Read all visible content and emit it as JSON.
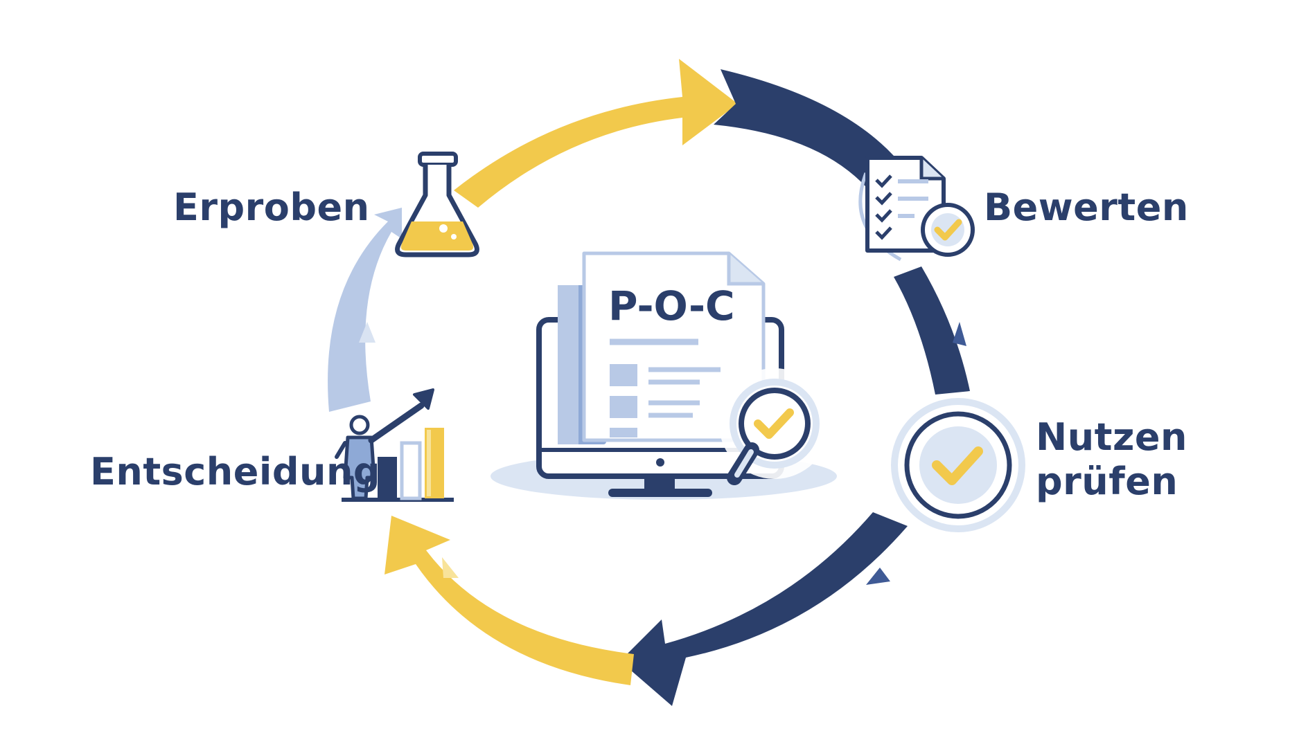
{
  "diagram": {
    "center_title": "P-O-C",
    "steps": [
      {
        "id": "bewerten",
        "label": "Bewerten",
        "icon": "checklist-document-icon"
      },
      {
        "id": "nutzen",
        "label": "Nutzen\nprüfen",
        "label_line1": "Nutzen",
        "label_line2": "prüfen",
        "icon": "check-circle-icon"
      },
      {
        "id": "entscheidung",
        "label": "Entscheidung",
        "icon": "growth-chart-person-icon"
      },
      {
        "id": "erproben",
        "label": "Erproben",
        "icon": "flask-icon"
      }
    ],
    "colors": {
      "navy": "#2b3f6b",
      "yellow": "#f2c94c",
      "light_blue": "#b8c9e6",
      "pale_blue": "#dbe5f3",
      "mid_blue": "#8ea9d6"
    }
  }
}
